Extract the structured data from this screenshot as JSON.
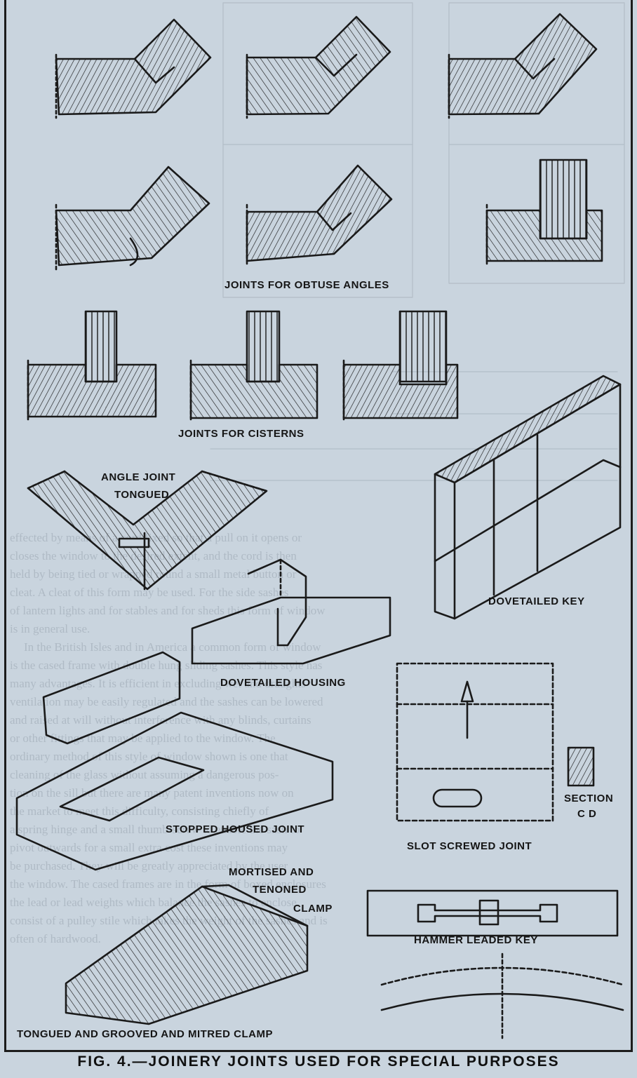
{
  "figure": {
    "caption": "FIG. 4.—JOINERY JOINTS USED FOR SPECIAL PURPOSES",
    "labels": {
      "obtuse": "JOINTS FOR OBTUSE ANGLES",
      "cisterns": "JOINTS FOR CISTERNS",
      "angle_joint": "ANGLE JOINT",
      "tongued": "TONGUED",
      "dovetailed_key": "DOVETAILED KEY",
      "dovetailed_housing": "DOVETAILED HOUSING",
      "stopped_housed": "STOPPED HOUSED JOINT",
      "slot_screwed": "SLOT SCREWED JOINT",
      "section": "SECTION",
      "section_cd": "C D",
      "mortised": "MORTISED AND",
      "tenoned": "TENONED",
      "clamp": "CLAMP",
      "hammer_leaded": "HAMMER LEADED KEY",
      "tongued_grooved": "TONGUED AND GROOVED AND MITRED CLAMP"
    }
  },
  "background_text": {
    "lines": [
      "effected by means of a cord fixed so that a pull on it opens or",
      "closes the window to the desired extent, and the cord is then",
      "held by being tied or wrapped round a small metal button or",
      "cleat. A cleat of this form may be used. For the side sashes",
      "of lantern lights and for stables and for sheds this form of window",
      "is in general use.",
      "In the British Isles and in America a common form of window",
      "is the cased frame with double hung sliding sashes. This style has",
      "many advantages. It is efficient in excluding wet and draughts",
      "ventilation may be easily regulated and the sashes can be lowered",
      "and raised at will without interference with any blinds, curtains",
      "or other fittings that may be applied to the window. The",
      "ordinary method of this style of window shown is one that",
      "cleaning of the glass without assuming a dangerous pos-",
      "tion on the sill but there are many patent inventions now on",
      "the market to meet this difficulty, consisting chiefly of",
      "a spring hinge and a small thumb-screw to enable the sash to",
      "pivot outwards for a small extra cost these inventions may",
      "be purchased. They will be greatly appreciated by the user",
      "the window. The cased frames are in the form of boxed enclosures",
      "the lead or lead weights which balance the sashes to enclose",
      "consist of a pulley stile which takes the weight of the sashes and is",
      "often of hardwood."
    ]
  }
}
